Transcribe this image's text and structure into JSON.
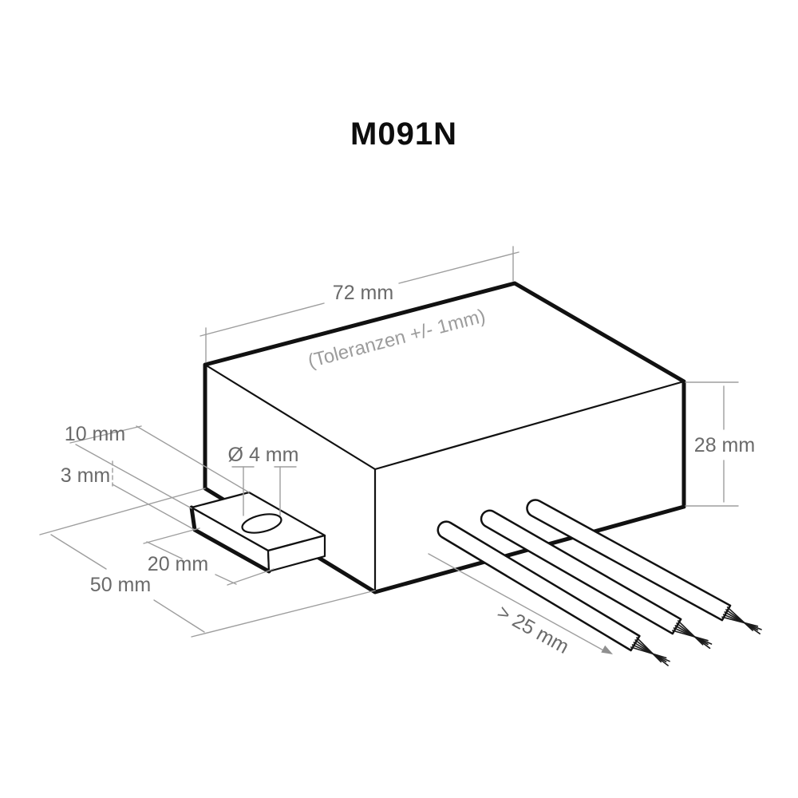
{
  "title": "M091N",
  "diagram": {
    "kind": "isometric dimension drawing of encapsulated module with mounting tab and three stranded wires",
    "labels": {
      "width": "72 mm",
      "tolerance": "(Toleranzen +/- 1mm)",
      "height": "28 mm",
      "tab_offset": "10 mm",
      "tab_thickness": "3 mm",
      "hole_diameter": "Ø 4 mm",
      "tab_length": "20 mm",
      "depth": "50 mm",
      "wire_length": "> 25 mm"
    },
    "colors": {
      "outline": "#111111",
      "dimension_line": "#9e9e9e",
      "dimension_text": "#6a6a6a",
      "tolerance_text": "#9c9c9c",
      "title_text": "#0d0d0d",
      "background": "#ffffff"
    }
  }
}
